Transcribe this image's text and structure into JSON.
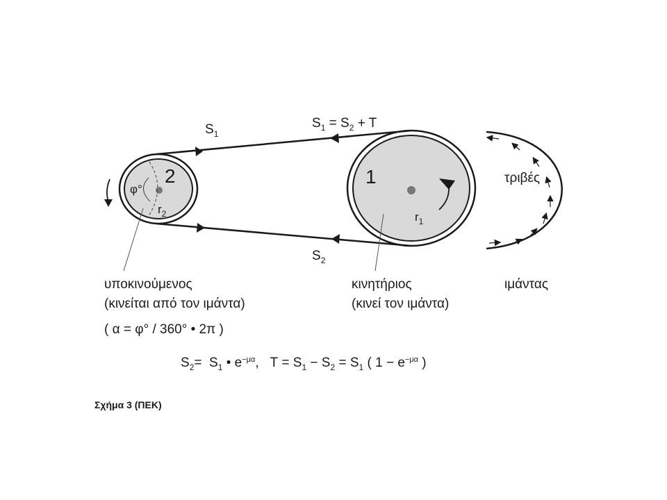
{
  "diagram": {
    "pulley_driven": {
      "number": "2",
      "angle": "φ°",
      "radius": "r",
      "radius_sub": "2"
    },
    "pulley_driver": {
      "number": "1",
      "radius": "r",
      "radius_sub": "1"
    },
    "top_span": {
      "label_left": "S",
      "label_left_sub": "1",
      "eq_a": "S",
      "eq_a_sub": "1",
      "eq_eq": "=",
      "eq_b": "S",
      "eq_b_sub": "2",
      "eq_plus": "+ T"
    },
    "bottom_span": {
      "label": "S",
      "label_sub": "2"
    },
    "driven_desc": {
      "line1": "υποκινούμενος",
      "line2": "(κινείται από τον ιμάντα)"
    },
    "driver_desc": {
      "line1": "κινητήριος",
      "line2": "(κινεί τον ιμάντα)"
    },
    "angle_formula": "( α =  φ° / 360° • 2π )",
    "formula": {
      "s2": "S",
      "s2_sub": "2",
      "eq1": "=",
      "s1": "S",
      "s1_sub": "1",
      "dot": "•",
      "e": "e",
      "exp": "−μα",
      "comma": ",",
      "T": "T",
      "eq2": "=",
      "s1b": "S",
      "s1b_sub": "1",
      "minus": "−",
      "s2b": "S",
      "s2b_sub": "2",
      "eq3": "=",
      "s1c": "S",
      "s1c_sub": "1",
      "paren": "( 1 − e",
      "exp2": "−μα",
      "close": " )"
    },
    "friction_label": "τριβές",
    "belt_label": "ιμάντας"
  },
  "caption": "Σχήμα 3 (ΠΕΚ)"
}
